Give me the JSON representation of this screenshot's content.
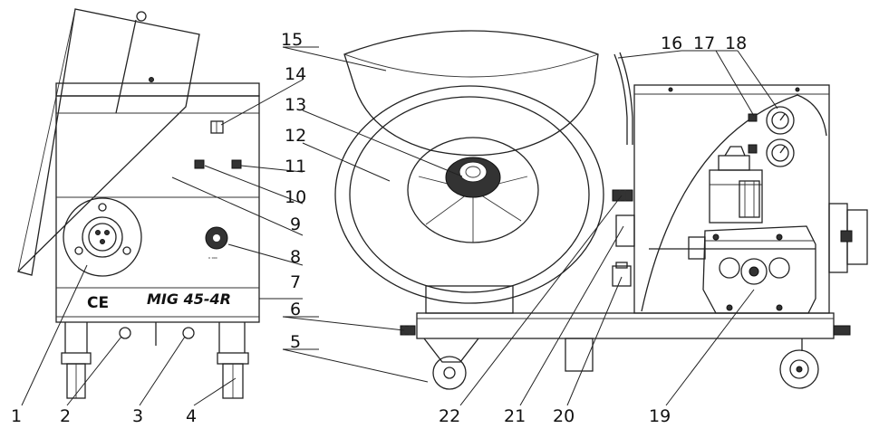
{
  "labels": {
    "model": "MIG 45-4R",
    "ce": "CE",
    "knob_caption": "⁰ ⁰⁰⁰"
  },
  "callouts": [
    "1",
    "2",
    "3",
    "4",
    "5",
    "6",
    "7",
    "8",
    "9",
    "10",
    "11",
    "12",
    "13",
    "14",
    "15",
    "16",
    "17",
    "18",
    "19",
    "20",
    "21",
    "22"
  ]
}
